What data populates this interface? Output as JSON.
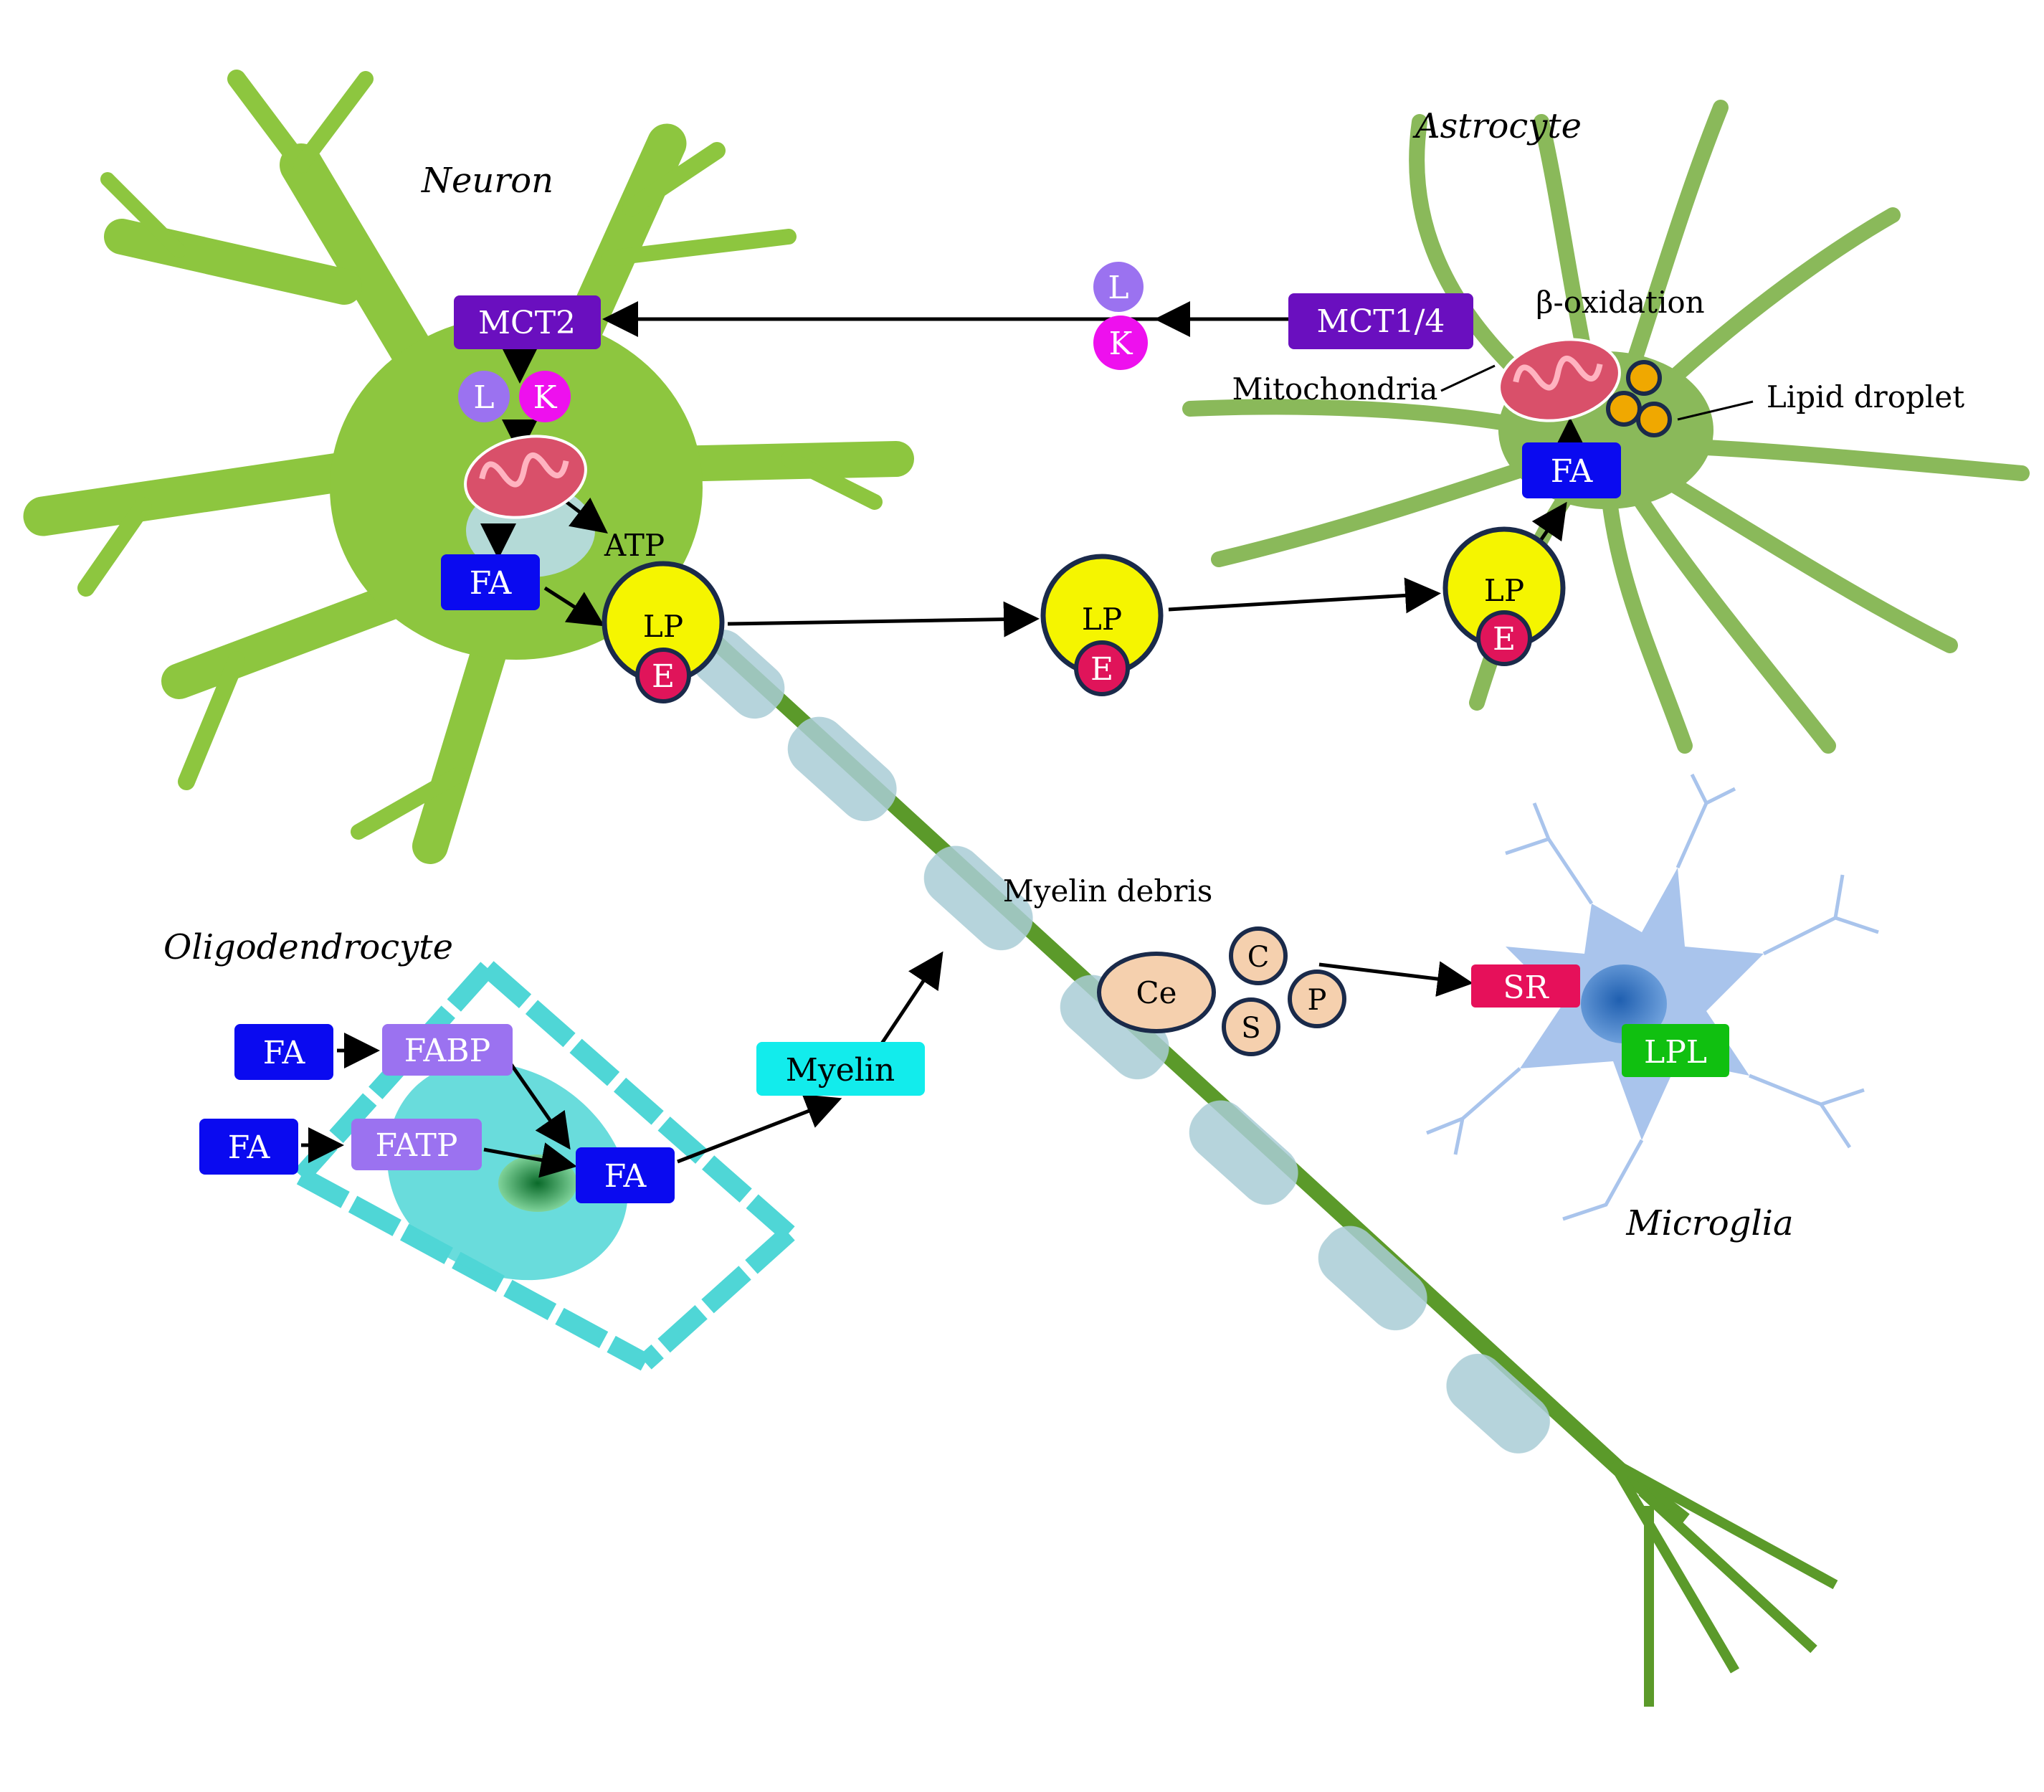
{
  "cells": {
    "neuron": "Neuron",
    "astrocyte": "Astrocyte",
    "oligodendrocyte": "Oligodendrocyte",
    "microglia": "Microglia"
  },
  "labels": {
    "beta_oxidation": "β-oxidation",
    "mitochondria": "Mitochondria",
    "lipid_droplet": "Lipid droplet",
    "atp": "ATP",
    "myelin_debris": "Myelin debris"
  },
  "boxes": {
    "mct2": "MCT2",
    "mct14": "MCT1/4",
    "fa": "FA",
    "fabp": "FABP",
    "fatp": "FATP",
    "myelin": "Myelin",
    "sr": "SR",
    "lpl": "LPL"
  },
  "circles": {
    "l": "L",
    "k": "K",
    "lp": "LP",
    "e": "E",
    "ce": "Ce",
    "c": "C",
    "s": "S",
    "p": "P"
  },
  "colors": {
    "neuron_green": "#8dc63f",
    "astrocyte_green": "#8ab95a",
    "axon_green": "#5b9a2a",
    "myelin_sheath": "#a9cdd6",
    "oligo_cyan": "#4fd6d6",
    "microglia_blue": "#a9c4ec",
    "fa_blue": "#0a0af0",
    "mct_purple": "#6a0fbf",
    "lavender": "#9b72f0",
    "magenta": "#ee10ee",
    "lp_yellow": "#f5f500",
    "e_crimson": "#e0145a",
    "myelin_cyan": "#12ecec",
    "sr_pink": "#e6105a",
    "lpl_green": "#10c010",
    "peach": "#f5d0ae"
  }
}
